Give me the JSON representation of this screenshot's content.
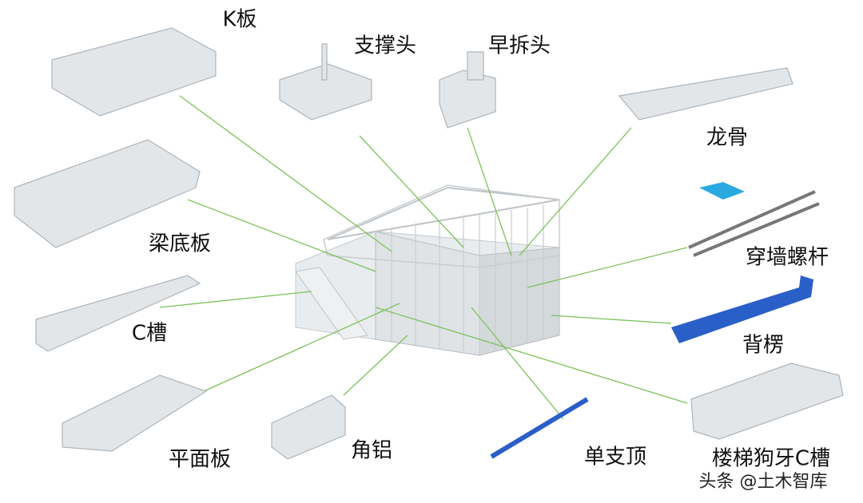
{
  "title": "Aluminum formwork system components",
  "colors": {
    "leader_line": "#7cc25a",
    "aluminum": "#dfe3e6",
    "aluminum_dark": "#b9bec3",
    "blue_part": "#2a5fc8"
  },
  "labels": {
    "k_panel": "K板",
    "support_head": "支撑头",
    "early_strip_head": "早拆头",
    "keel": "龙骨",
    "beam_bottom_panel": "梁底板",
    "tie_rod": "穿墙螺杆",
    "c_channel": "C槽",
    "back_ridge": "背楞",
    "flat_panel": "平面板",
    "angle_aluminum": "角铝",
    "single_prop": "单支顶",
    "stair_c_channel": "楼梯狗牙C槽"
  },
  "watermark": "头条 @土木智库"
}
